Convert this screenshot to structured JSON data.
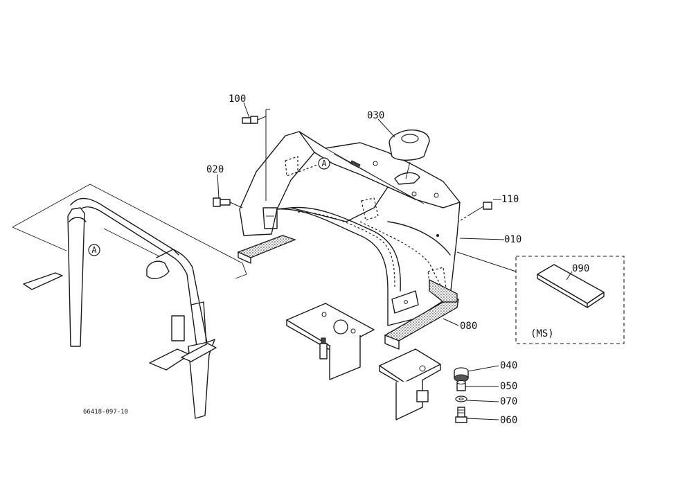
{
  "labels": {
    "p100": "100",
    "p020": "020",
    "p030": "030",
    "p110": "110",
    "p010": "010",
    "p090": "090",
    "p080": "080",
    "p040": "040",
    "p050": "050",
    "p070": "070",
    "p060": "060",
    "ms": "(MS)",
    "ref_a_top": "A",
    "ref_a_left": "A",
    "drawing_number": "66418-097-10"
  }
}
